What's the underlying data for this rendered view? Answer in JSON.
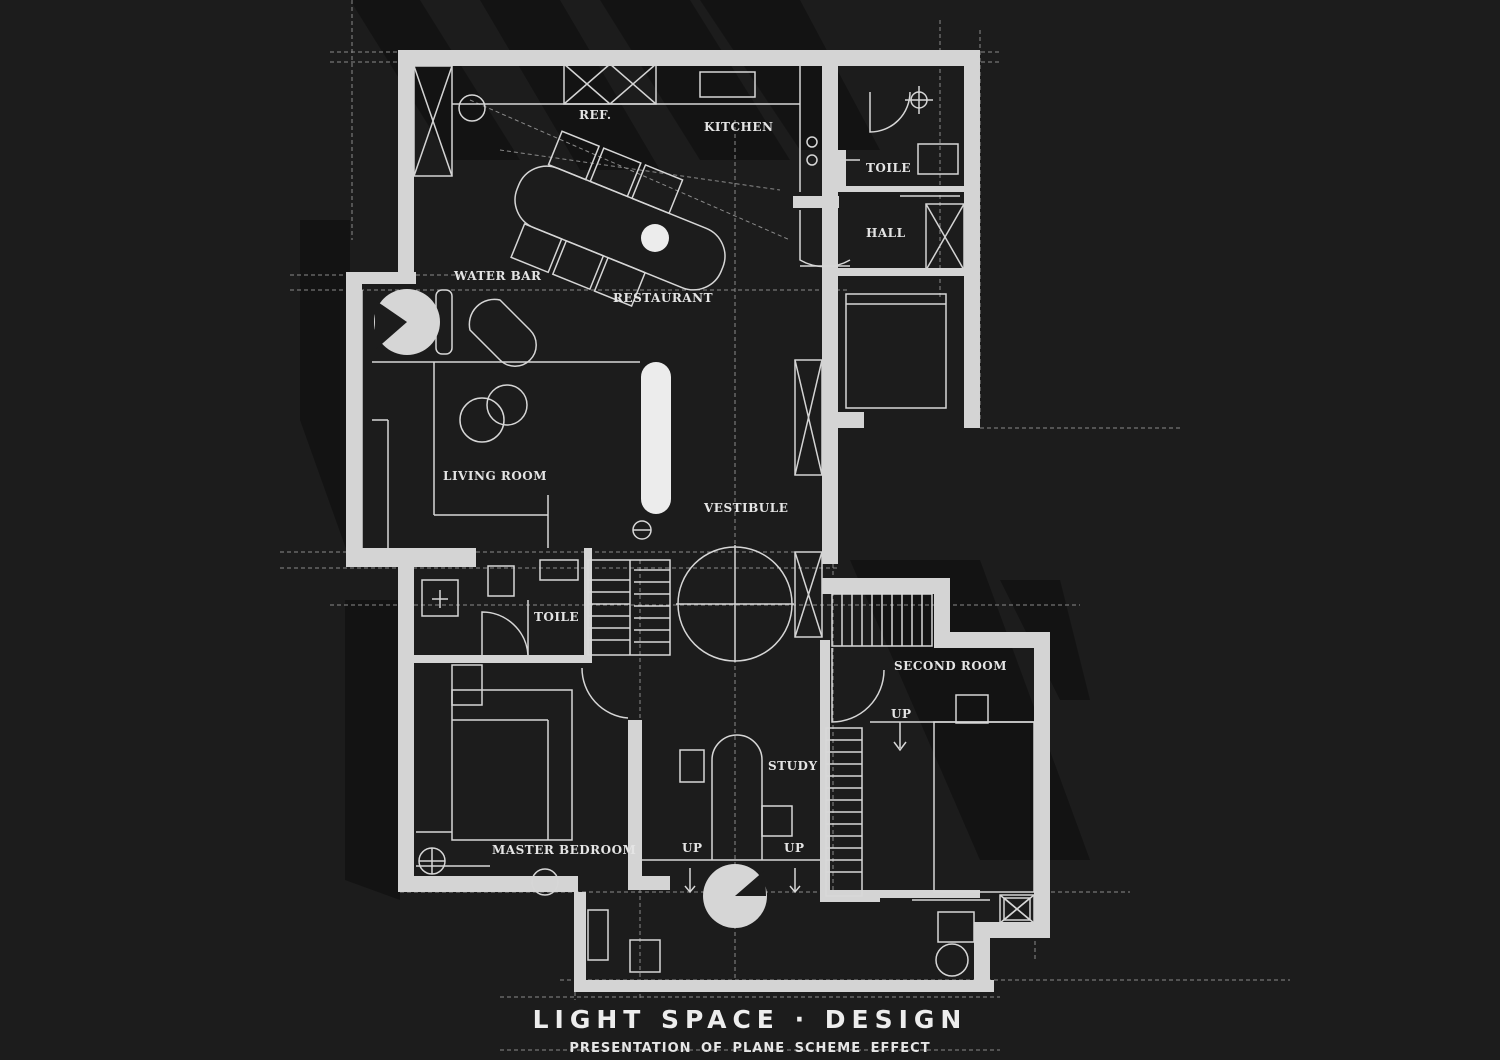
{
  "rooms": {
    "ref": "REF.",
    "kitchen": "KITCHEN",
    "toile_top": "TOILE",
    "hall": "HALL",
    "water_bar": "WATER BAR",
    "restaurant": "RESTAURANT",
    "living_room": "LIVING ROOM",
    "vestibule": "VESTIBULE",
    "toile_mid": "TOILE",
    "second_room": "SECOND ROOM",
    "up_second": "UP",
    "study": "STUDY",
    "master_bedroom": "MASTER BEDROOM",
    "up_left": "UP",
    "up_right": "UP"
  },
  "footer": {
    "title": "LIGHT SPACE · DESIGN",
    "subtitle": "PRESENTATION OF PLANE SCHEME EFFECT"
  },
  "colors": {
    "background": "#1c1c1c",
    "wall": "#d4d4d4",
    "line": "#c8c8c8",
    "shadow": "#121212"
  }
}
